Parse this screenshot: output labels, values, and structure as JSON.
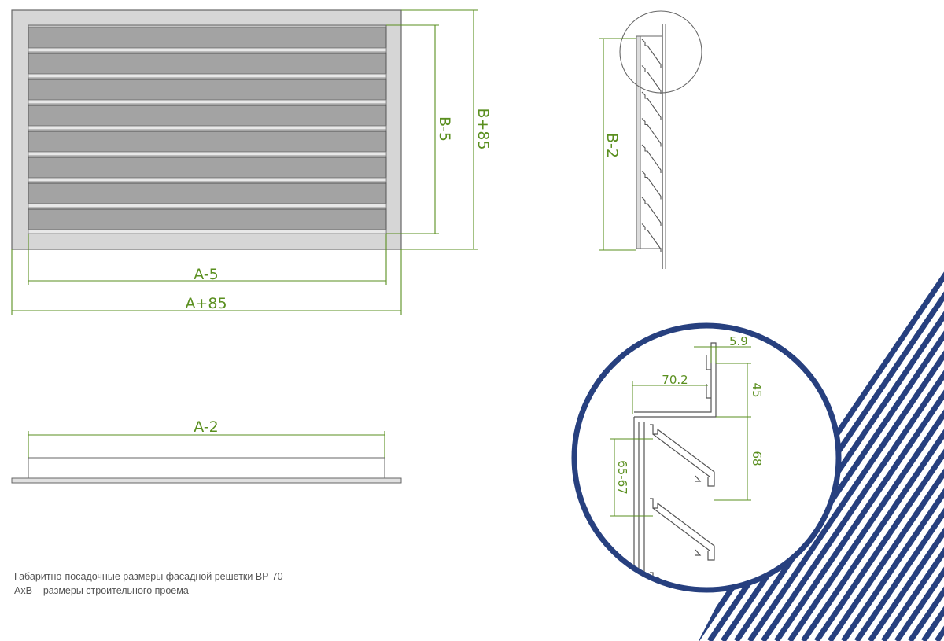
{
  "colors": {
    "dimension": "#5a8f1f",
    "outline": "#555555",
    "frame_fill": "#d6d6d6",
    "slat_fill": "#a3a3a3",
    "accent_navy": "#27407f"
  },
  "front_view": {
    "width_inner_label": "A-5",
    "width_outer_label": "A+85",
    "height_inner_label": "B-5",
    "height_outer_label": "B+85"
  },
  "side_view": {
    "height_label": "B-2"
  },
  "top_view": {
    "width_label": "A-2"
  },
  "detail_view": {
    "dim_5_9": "5.9",
    "dim_70_2": "70.2",
    "dim_45": "45",
    "dim_68": "68",
    "dim_65_67": "65-67"
  },
  "caption": {
    "line1": "Габаритно-посадочные размеры фасадной решетки ВР-70",
    "line2": "АхВ – размеры строительного проема"
  }
}
